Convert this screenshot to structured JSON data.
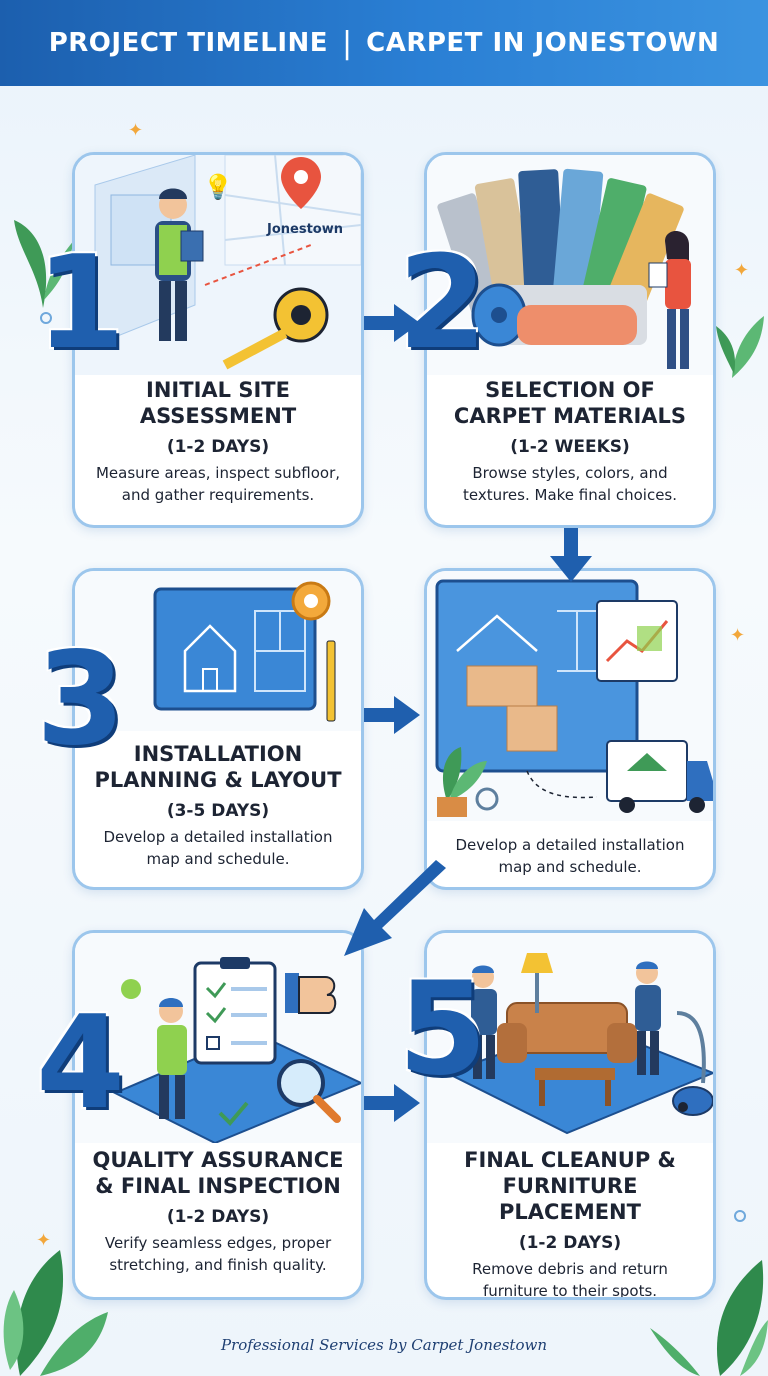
{
  "header": {
    "title_left": "PROJECT TIMELINE",
    "separator": "|",
    "title_right": "CARPET IN JONESTOWN"
  },
  "steps": [
    {
      "number": "1",
      "title_line1": "INITIAL SITE",
      "title_line2": "ASSESSMENT",
      "duration": "(1-2 DAYS)",
      "desc_line1": "Measure areas, inspect subfloor,",
      "desc_line2": "and gather requirements.",
      "map_label": "Jonestown"
    },
    {
      "number": "2",
      "title_line1": "SELECTION OF",
      "title_line2": "CARPET MATERIALS",
      "duration": "(1-2 WEEKS)",
      "desc_line1": "Browse styles, colors, and",
      "desc_line2": "textures. Make final choices."
    },
    {
      "number": "3",
      "title_line1": "INSTALLATION",
      "title_line2": "PLANNING & LAYOUT",
      "duration": "(3-5 DAYS)",
      "desc_line1": "Develop a detailed installation",
      "desc_line2": "map and schedule."
    },
    {
      "number": "",
      "desc_line1": "Develop a detailed installation",
      "desc_line2": "map and schedule."
    },
    {
      "number": "4",
      "title_line1": "QUALITY ASSURANCE",
      "title_line2": "& FINAL INSPECTION",
      "duration": "(1-2 DAYS)",
      "desc_line1": "Verify seamless edges, proper",
      "desc_line2": "stretching, and finish quality."
    },
    {
      "number": "5",
      "title_line1": "FINAL CLEANUP &",
      "title_line2": "FURNITURE PLACEMENT",
      "duration": "(1-2 DAYS)",
      "desc_line1": "Remove debris and return",
      "desc_line2": "furniture to their spots."
    }
  ],
  "footer": {
    "text": "Professional Services by Carpet Jonestown"
  },
  "colors": {
    "header_bg": "#2a7fd4",
    "number_blue": "#1f5fae",
    "card_border": "#9cc6ec",
    "text_dark": "#1d2433",
    "accent_orange": "#f2a73b",
    "leaf_green": "#3f9a57"
  },
  "icons": [
    "location-pin-icon",
    "tape-measure-icon",
    "clipboard-icon",
    "carpet-roll-icon",
    "blueprint-icon",
    "gear-icon",
    "delivery-truck-icon",
    "checklist-icon",
    "thumbs-up-icon",
    "magnifier-icon",
    "sofa-icon",
    "vacuum-icon",
    "plant-icon"
  ]
}
